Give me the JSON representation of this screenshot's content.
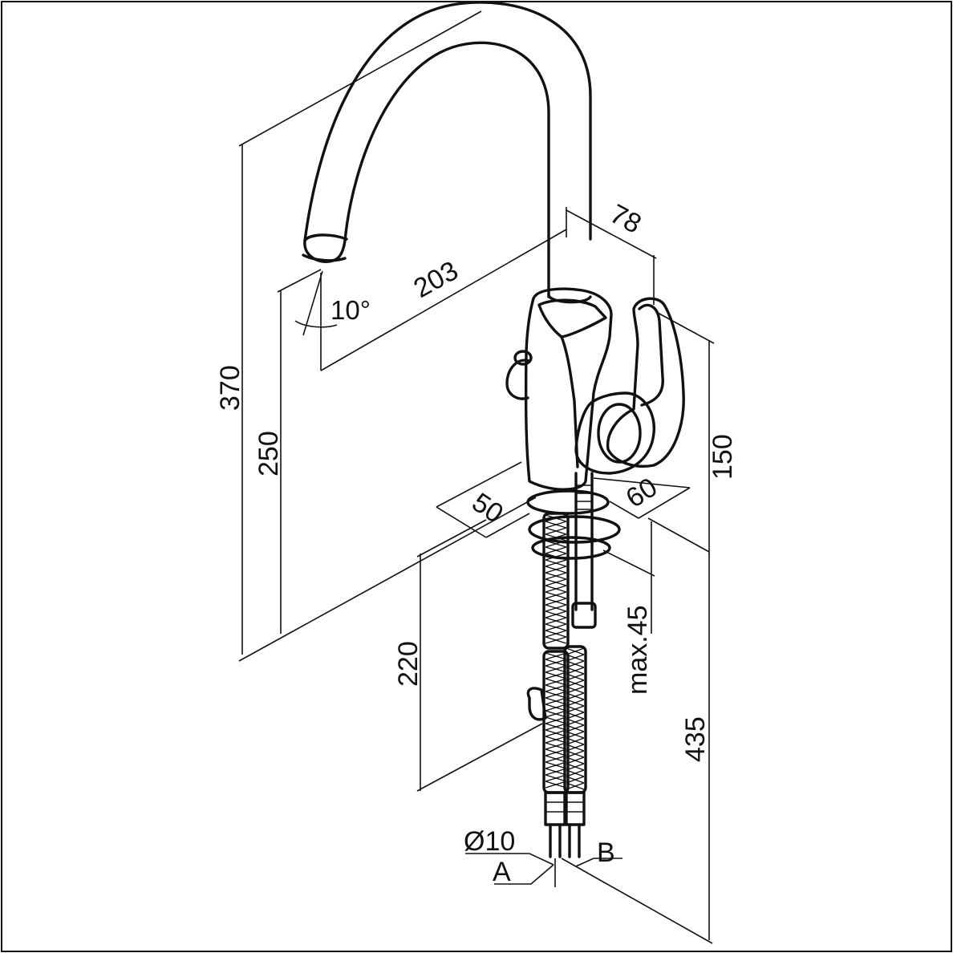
{
  "dimensions": {
    "spout_height_total": "370",
    "spout_height_outlet": "250",
    "spout_reach": "203",
    "body_width": "78",
    "spout_tilt": "10°",
    "body_height": "150",
    "base_depth": "50",
    "base_width": "60",
    "hose_length": "220",
    "max_deck_thickness": "max.45",
    "total_below_length": "435",
    "hose_diameter": "Ø10"
  },
  "connections": {
    "a_label": "A",
    "b_label": "B"
  }
}
